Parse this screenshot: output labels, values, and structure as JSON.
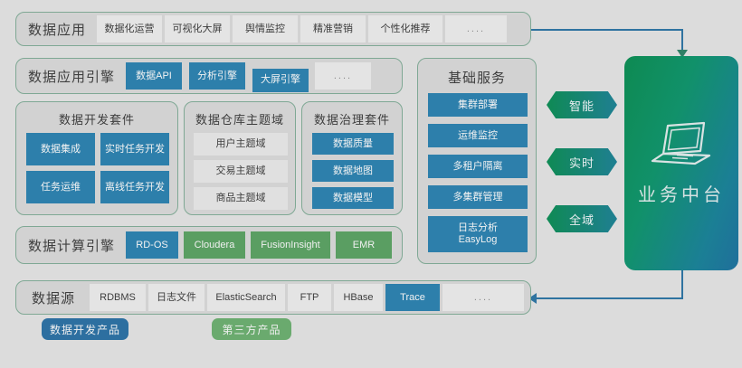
{
  "colors": {
    "background": "#dcdcdc",
    "panel": "#d2d2d2",
    "panel_border": "#7fa894",
    "blue": "#2d7fab",
    "green": "#5a9e62",
    "gray_chip": "#e4e4e4",
    "connector": "#2f73a0",
    "gradient_from": "#0e8a52",
    "gradient_to": "#1f6f9b"
  },
  "data_application": {
    "label": "数据应用",
    "items": [
      "数据化运营",
      "可视化大屏",
      "舆情监控",
      "精准营销",
      "个性化推荐",
      "...."
    ]
  },
  "data_application_engine": {
    "label": "数据应用引擎",
    "items": [
      {
        "label": "数据API",
        "style": "blue"
      },
      {
        "label": "分析引擎",
        "style": "blue"
      },
      {
        "label": "大屏引擎",
        "style": "blue"
      },
      {
        "label": "....",
        "style": "dots"
      }
    ]
  },
  "middle_panels": [
    {
      "title": "数据开发套件",
      "layout": "grid",
      "items": [
        {
          "label": "数据集成",
          "style": "blue"
        },
        {
          "label": "实时任务开发",
          "style": "blue"
        },
        {
          "label": "任务运维",
          "style": "blue"
        },
        {
          "label": "离线任务开发",
          "style": "blue"
        }
      ]
    },
    {
      "title": "数据仓库主题域",
      "layout": "stack",
      "items": [
        {
          "label": "用户主题域",
          "style": "gray"
        },
        {
          "label": "交易主题域",
          "style": "gray"
        },
        {
          "label": "商品主题域",
          "style": "gray"
        }
      ]
    },
    {
      "title": "数据治理套件",
      "layout": "stack",
      "items": [
        {
          "label": "数据质量",
          "style": "blue"
        },
        {
          "label": "数据地图",
          "style": "blue"
        },
        {
          "label": "数据模型",
          "style": "blue"
        }
      ]
    }
  ],
  "compute_engine": {
    "label": "数据计算引擎",
    "items": [
      {
        "label": "RD-OS",
        "style": "blue"
      },
      {
        "label": "Cloudera",
        "style": "green"
      },
      {
        "label": "FusionInsight",
        "style": "green"
      },
      {
        "label": "EMR",
        "style": "green"
      }
    ]
  },
  "data_source": {
    "label": "数据源",
    "items": [
      {
        "label": "RDBMS",
        "style": "gray"
      },
      {
        "label": "日志文件",
        "style": "gray"
      },
      {
        "label": "ElasticSearch",
        "style": "gray"
      },
      {
        "label": "FTP",
        "style": "gray"
      },
      {
        "label": "HBase",
        "style": "gray"
      },
      {
        "label": "Trace",
        "style": "blue"
      },
      {
        "label": "....",
        "style": "dots"
      }
    ]
  },
  "basic_service": {
    "title": "基础服务",
    "items": [
      {
        "line1": "集群部署",
        "line2": ""
      },
      {
        "line1": "运维监控",
        "line2": ""
      },
      {
        "line1": "多租户隔离",
        "line2": ""
      },
      {
        "line1": "多集群管理",
        "line2": ""
      },
      {
        "line1": "日志分析",
        "line2": "EasyLog"
      }
    ]
  },
  "capability_arrows": [
    {
      "label": "智能"
    },
    {
      "label": "实时"
    },
    {
      "label": "全域"
    }
  ],
  "business_platform": {
    "label": "业务中台",
    "icon": "laptop-icon"
  },
  "legend": [
    {
      "label": "数据开发产品",
      "style": "blue"
    },
    {
      "label": "第三方产品",
      "style": "green"
    }
  ]
}
